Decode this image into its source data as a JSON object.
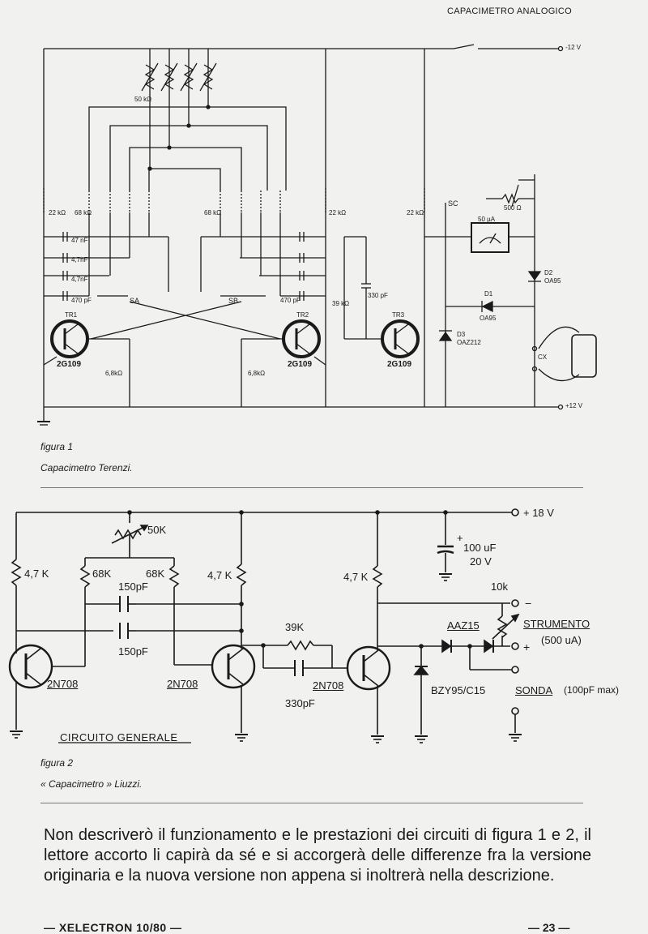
{
  "header": {
    "running_head": "CAPACIMETRO ANALOGICO"
  },
  "figure1": {
    "figure_label": "figura 1",
    "caption": "Capacimetro Terenzi.",
    "labels": {
      "neg_supply": "-12 V",
      "pos_supply": "+12 V",
      "pot": "50 kΩ",
      "r22": "22 kΩ",
      "r68": "68 kΩ",
      "cap470": "470 pF",
      "cap4700": "4,7nF",
      "cap47": "47 nF",
      "switch_a": "SA",
      "switch_b": "SB",
      "switch_c": "SC",
      "tr1": "TR1",
      "tr2": "TR2",
      "tr3": "TR3",
      "transistor": "2G109",
      "r68k8": "6,8kΩ",
      "r39": "39 kΩ",
      "c330": "330 pF",
      "meter": "50 µA",
      "pot500": "500 Ω",
      "d1": "D1",
      "d1_type": "OA95",
      "d2": "D2",
      "d2_type": "OA95",
      "d3": "D3",
      "d3_type": "OAZ212",
      "cx": "CX"
    }
  },
  "figure2": {
    "figure_label": "figura 2",
    "caption": "« Capacimetro » Liuzzi.",
    "labels": {
      "supply": "+ 18 V",
      "pot": "50K",
      "r68a": "68K",
      "r68b": "68K",
      "r47a": "4,7 K",
      "r47b": "4,7 K",
      "r47c": "4,7 K",
      "c150a": "150pF",
      "c150b": "150pF",
      "q1": "2N708",
      "q2": "2N708",
      "q3": "2N708",
      "r39": "39K",
      "c330": "330pF",
      "cap": "100 uF",
      "cap_v": "20 V",
      "pot10k": "10k",
      "diode": "AAZ15",
      "zener": "BZY95/C15",
      "meter": "STRUMENTO",
      "meter_range": "(500 uA)",
      "probe": "SONDA",
      "probe_range": "(100pF max)",
      "title": "CIRCUITO GENERALE",
      "minus": "−",
      "plus": "+"
    }
  },
  "body_text": "Non descriverò il funzionamento e le prestazioni dei circuiti di figura 1 e 2, il lettore accorto li capirà da sé e si accorgerà delle differenze fra la versione originaria e la nuova versione non appena si inoltrerà nella descrizione.",
  "footer": {
    "magazine": "— XELECTRON 10/80 —",
    "page": "— 23 —"
  }
}
